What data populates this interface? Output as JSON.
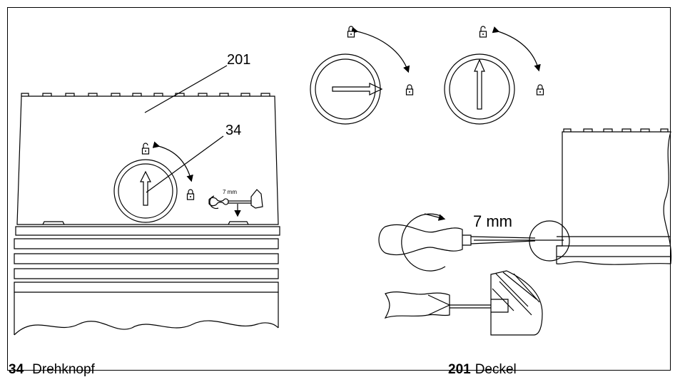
{
  "labels": {
    "ref_201": "201",
    "ref_34": "34",
    "screwdriver_small": "7 mm",
    "screwdriver_large": "7 mm"
  },
  "legend": [
    {
      "number": "34",
      "text": "Drehknopf"
    },
    {
      "number": "201",
      "text": "Deckel"
    }
  ]
}
